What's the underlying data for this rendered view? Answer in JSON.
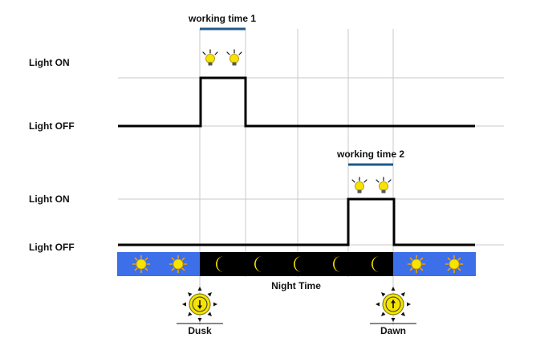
{
  "labels": {
    "working_time_1": "working time 1",
    "working_time_2": "working time 2",
    "light_on": "Light ON",
    "light_off": "Light OFF",
    "night_time": "Night Time",
    "dusk": "Dusk",
    "dawn": "Dawn"
  },
  "icons": {
    "lamp": "light-bulb-icon",
    "sun": "sun-icon",
    "moon": "crescent-moon-icon",
    "sunset": "sunset-arrow-down-icon",
    "sunrise": "sunrise-arrow-up-icon"
  },
  "colors": {
    "day_sky": "#3d6fe8",
    "night_sky": "#000000",
    "sun": "#f5e400",
    "moon": "#f5e400",
    "bracket": "#1f5a8a",
    "signal": "#000000",
    "grid": "#c8c8c8"
  }
}
